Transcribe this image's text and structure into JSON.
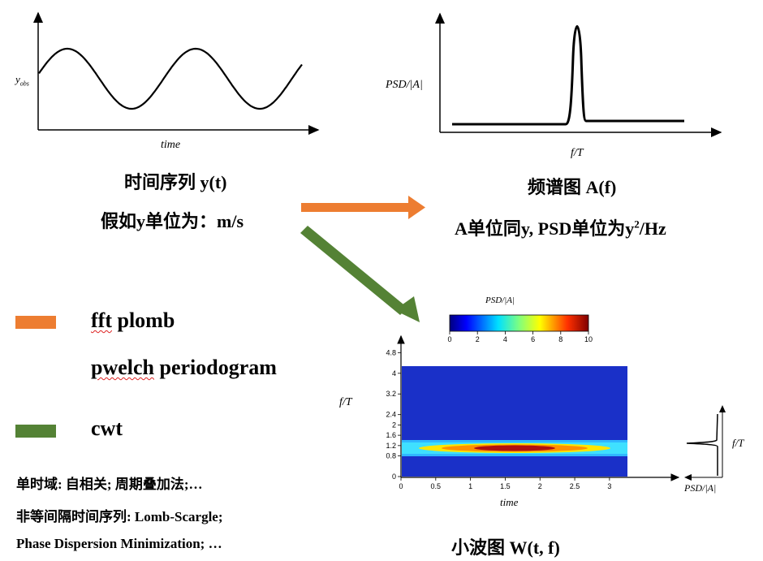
{
  "time_series": {
    "ylabel": "y",
    "ylabel_sub": "obs",
    "xlabel": "time",
    "caption": "时间序列 y(t)",
    "unit_note": "假如y单位为：m/s"
  },
  "spectrum": {
    "ylabel": "PSD/|A|",
    "xlabel": "f/T",
    "caption": "频谱图 A(f)",
    "unit_note_main": "A单位同y, PSD单位为y",
    "unit_note_sup": "2",
    "unit_note_tail": "/Hz"
  },
  "legend": [
    {
      "color": "#ed7d31",
      "labels": [
        "fft plomb",
        "pwelch periodogram"
      ]
    },
    {
      "color": "#548235",
      "labels": [
        "cwt"
      ]
    }
  ],
  "legend_squiggle": [
    "fft",
    "pwelch"
  ],
  "notes": [
    "单时域: 自相关; 周期叠加法;…",
    "非等间隔时间序列: Lomb-Scargle;",
    "Phase Dispersion Minimization; …"
  ],
  "wavelet": {
    "caption": "小波图 W(t, f)",
    "ylabel": "f/T",
    "xlabel": "time",
    "colorbar_label": "PSD/|A|",
    "colorbar_ticks": [
      "0",
      "2",
      "4",
      "6",
      "8",
      "10"
    ],
    "yticks": [
      "0",
      "0.8",
      "1.2",
      "1.6",
      "2",
      "2.4",
      "3.2",
      "4",
      "4.8"
    ],
    "xticks": [
      "0",
      "0.5",
      "1",
      "1.5",
      "2",
      "2.5",
      "3"
    ],
    "side_ylabel": "f/T",
    "side_xlabel": "PSD/|A|",
    "colors": {
      "background": "#1a30c8",
      "band_outer": "#3fe0ff",
      "band_mid": "#ffe600",
      "band_core": "#b01010"
    }
  }
}
